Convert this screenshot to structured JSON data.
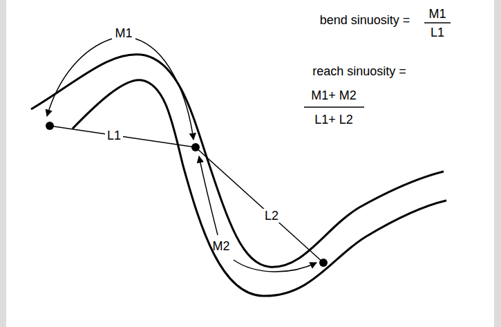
{
  "diagram": {
    "labels": [
      "bend sinuosity =",
      "M1",
      "L1",
      "reach sinuosity =",
      "M1+ M2",
      "L1+ L2",
      "M1",
      "L1",
      "L2",
      "M2"
    ]
  }
}
